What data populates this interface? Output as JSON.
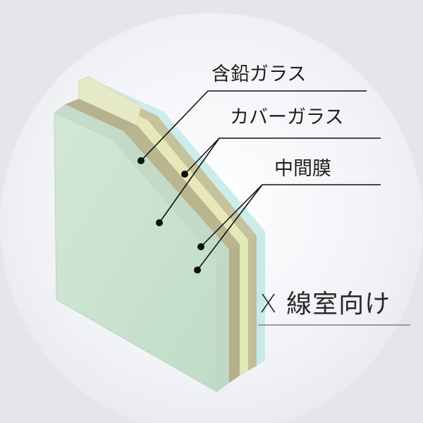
{
  "labels": {
    "lead_glass": "含鉛ガラス",
    "cover_glass": "カバーガラス",
    "interlayer": "中間膜"
  },
  "title": "X 線室向け",
  "colors": {
    "background_outer": "#e4e6ea",
    "circle": "#eef0f5",
    "glass_face": "#cde3cf",
    "glass_edge": "#c9ecea",
    "lead_glass_edge": "#e6e8b8",
    "interlayer_edge": "#b9b58e",
    "leader_line": "#111111",
    "title_underline": "#9a9a9a"
  }
}
